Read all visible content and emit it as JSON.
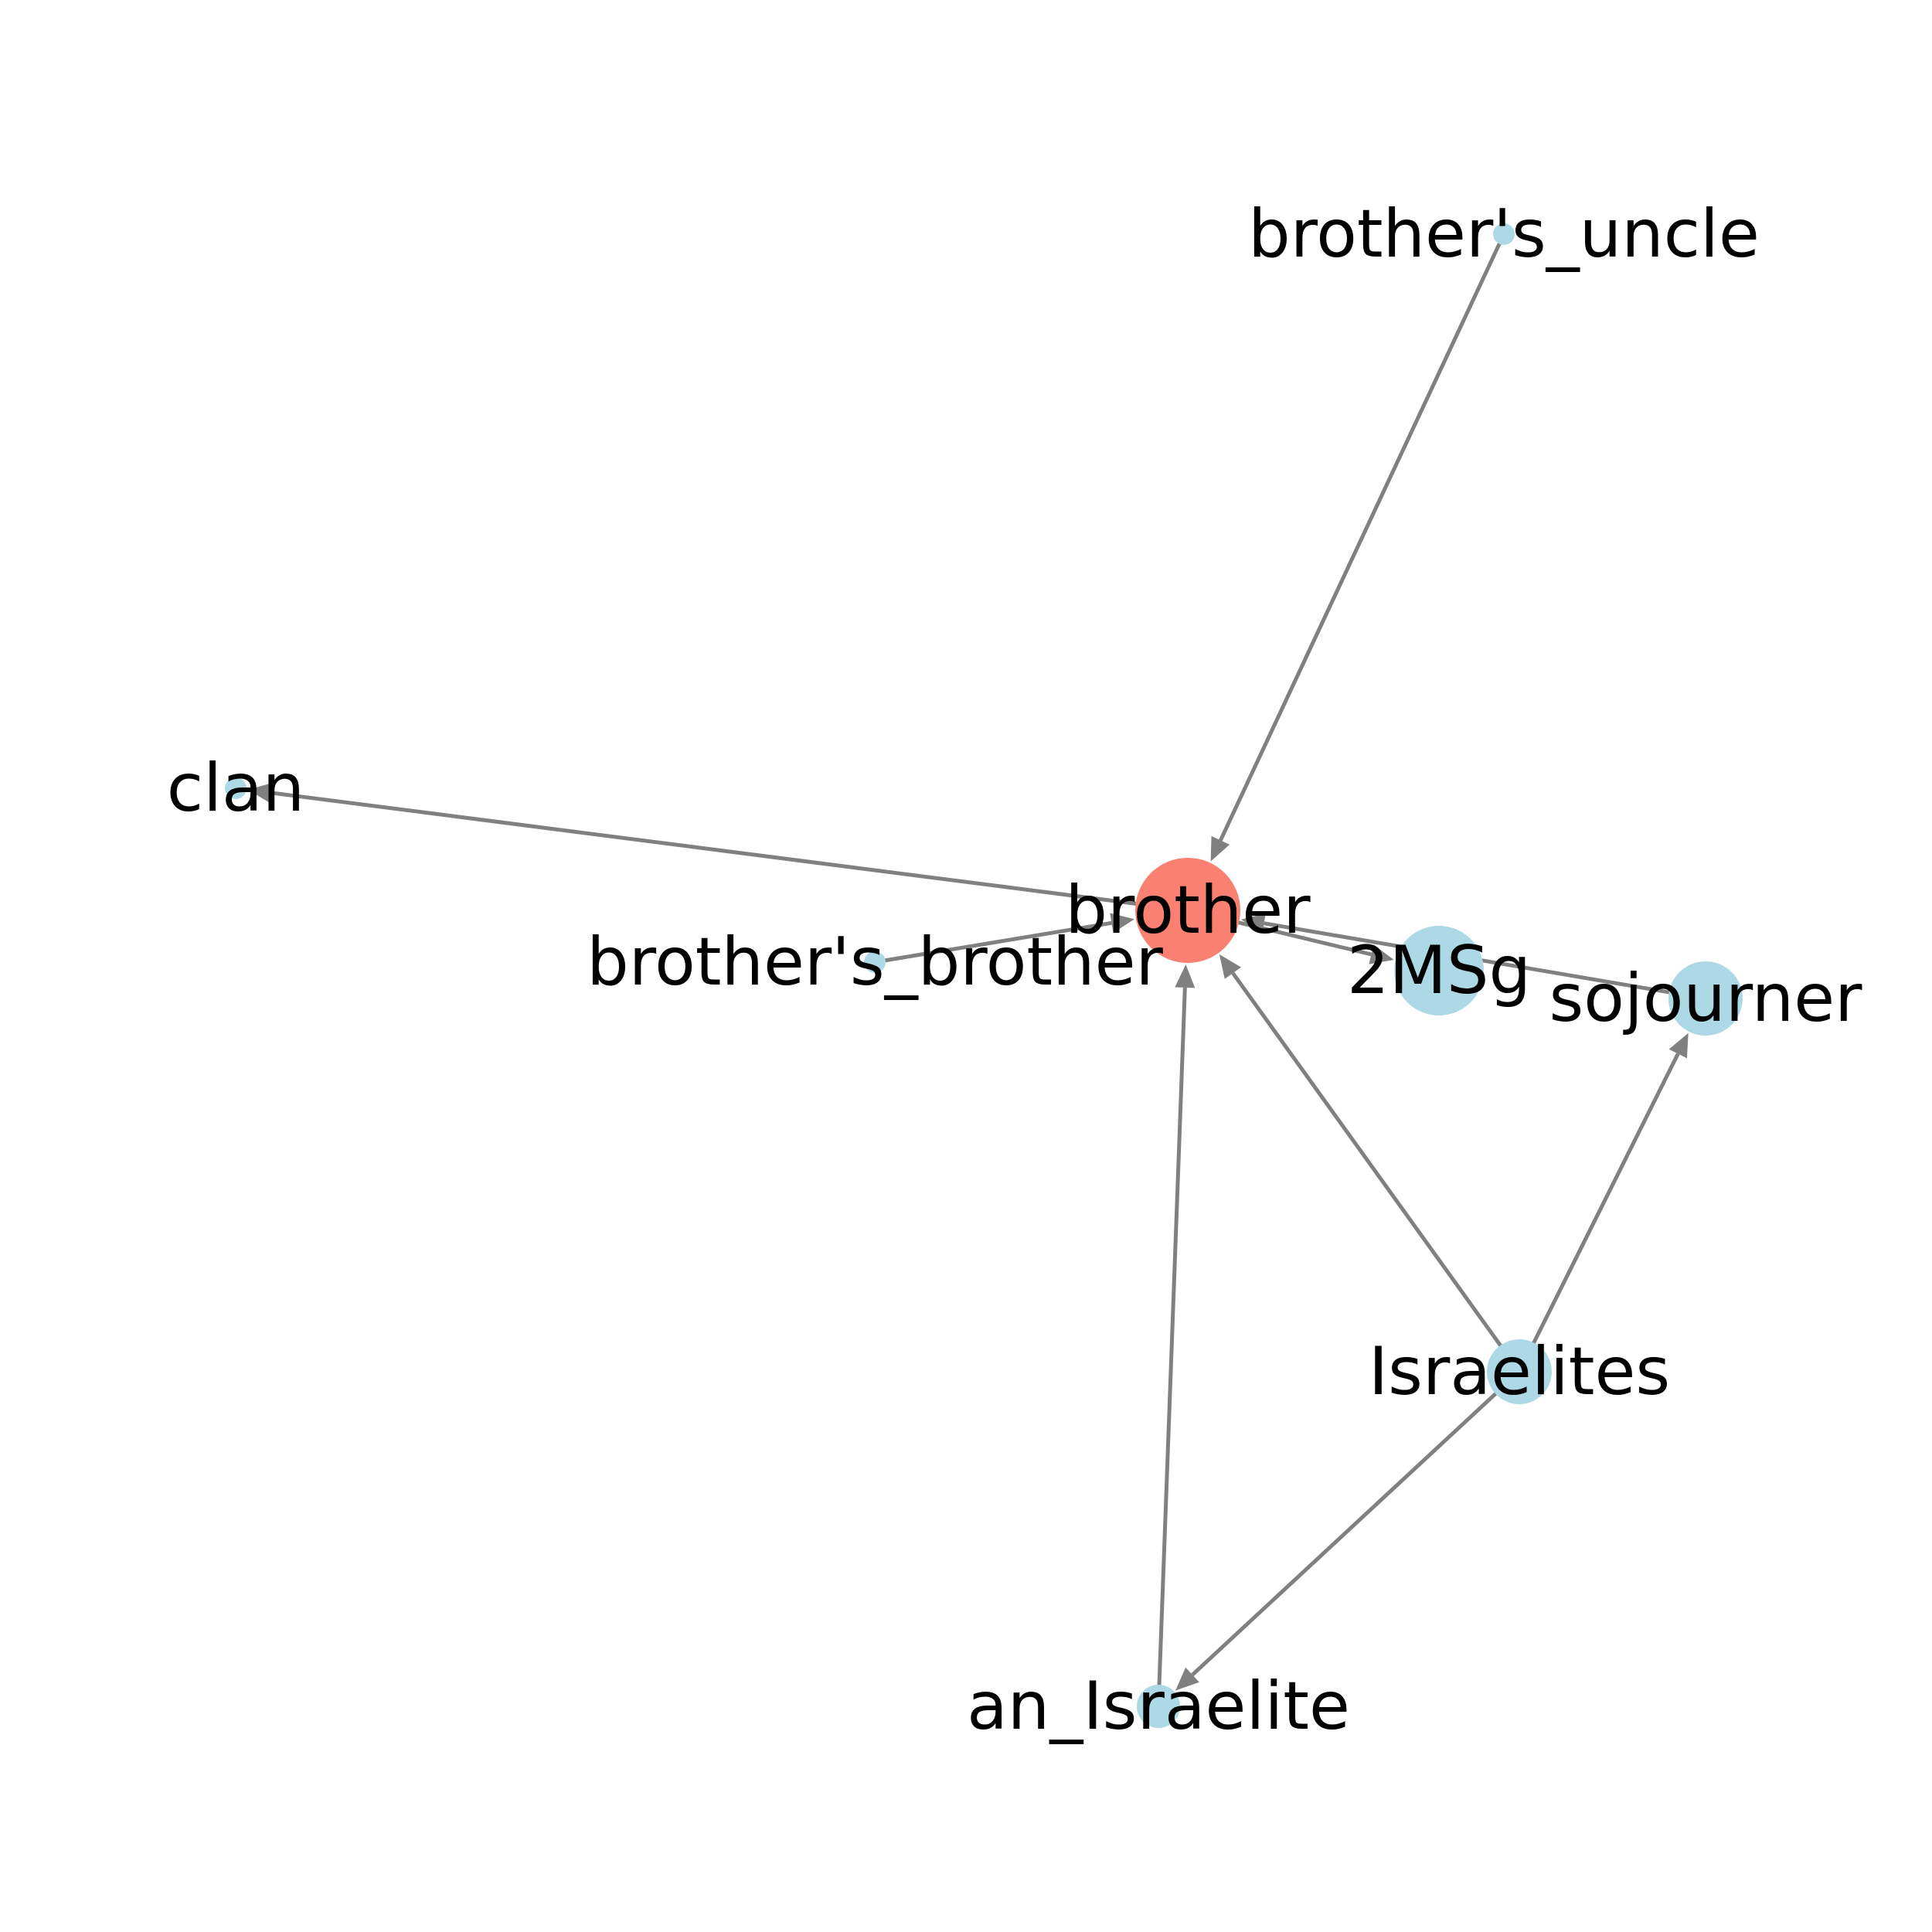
{
  "colors": {
    "edge": "#808080",
    "node_default": "#add8e6",
    "node_highlight": "#fa8072",
    "label": "#000000"
  },
  "nodes": [
    {
      "id": "brother",
      "label": "brother",
      "color": "#fa8072"
    },
    {
      "id": "brothers_uncle",
      "label": "brother's_uncle",
      "color": "#add8e6"
    },
    {
      "id": "clan",
      "label": "clan",
      "color": "#add8e6"
    },
    {
      "id": "brothers_brother",
      "label": "brother's_brother",
      "color": "#add8e6"
    },
    {
      "id": "2MSg",
      "label": "2MSg",
      "color": "#add8e6"
    },
    {
      "id": "sojourner",
      "label": "sojourner",
      "color": "#add8e6"
    },
    {
      "id": "Israelites",
      "label": "Israelites",
      "color": "#add8e6"
    },
    {
      "id": "an_Israelite",
      "label": "an_Israelite",
      "color": "#add8e6"
    }
  ],
  "edges": [
    {
      "source": "brothers_uncle",
      "target": "brother"
    },
    {
      "source": "brother",
      "target": "clan"
    },
    {
      "source": "brothers_brother",
      "target": "brother"
    },
    {
      "source": "brother",
      "target": "2MSg"
    },
    {
      "source": "sojourner",
      "target": "brother"
    },
    {
      "source": "Israelites",
      "target": "brother"
    },
    {
      "source": "Israelites",
      "target": "sojourner"
    },
    {
      "source": "Israelites",
      "target": "an_Israelite"
    },
    {
      "source": "an_Israelite",
      "target": "brother"
    }
  ]
}
